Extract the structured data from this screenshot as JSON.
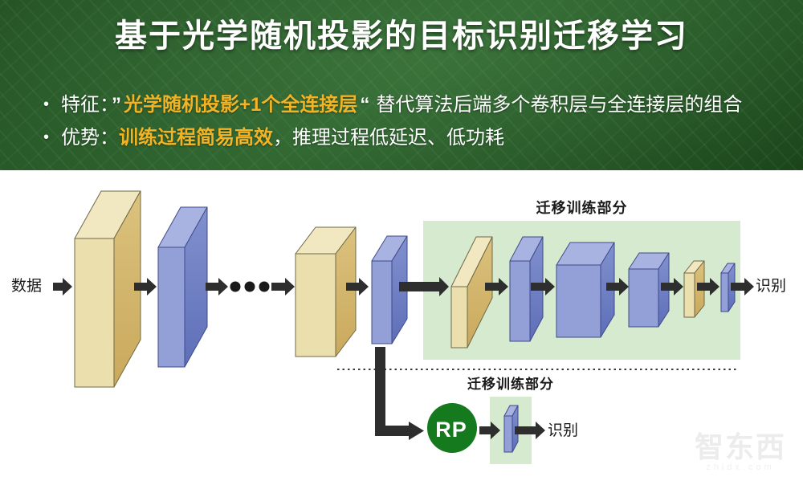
{
  "slide": {
    "title": "基于光学随机投影的目标识别迁移学习",
    "bullet_char": "•",
    "bullets": {
      "feature": {
        "lead": "特征：",
        "open_quote": "”",
        "highlight": "光学随机投影+1个全连接层",
        "close_quote": "“",
        "tail": "替代算法后端多个卷积层与全连接层的组合"
      },
      "advantage": {
        "lead": "优势：",
        "highlight": "训练过程简易高效",
        "tail": "，推理过程低延迟、低功耗"
      }
    }
  },
  "diagram": {
    "input_label": "数据",
    "top_branch": {
      "transfer_label": "迁移训练部分",
      "output_label": "识别"
    },
    "bottom_branch": {
      "transfer_label": "迁移训练部分",
      "rp_label": "RP",
      "output_label": "识别"
    }
  },
  "watermark": {
    "brand": "智东西",
    "domain": "zhidx.com"
  },
  "colors": {
    "header_highlight_text": "#F2B324",
    "title_text": "#FFFFFF",
    "tan_front": "#EBDFAD",
    "tan_top": "#F1E7C0",
    "tan_side_dark": "#C9A95C",
    "tan_side_light": "#DCC27E",
    "tan_stroke": "#6E6846",
    "blue_front": "#93A0D8",
    "blue_top": "#A9B3E2",
    "blue_side_dark": "#5E6FB8",
    "blue_side_light": "#8191CE",
    "blue_stroke": "#3F4A8A",
    "region_bg": "#D6EAD0",
    "arrow": "#2E2E2E",
    "dot": "#1A1A1A",
    "rp_circle": "#15791E",
    "diagram_text": "#1A1A1A"
  }
}
